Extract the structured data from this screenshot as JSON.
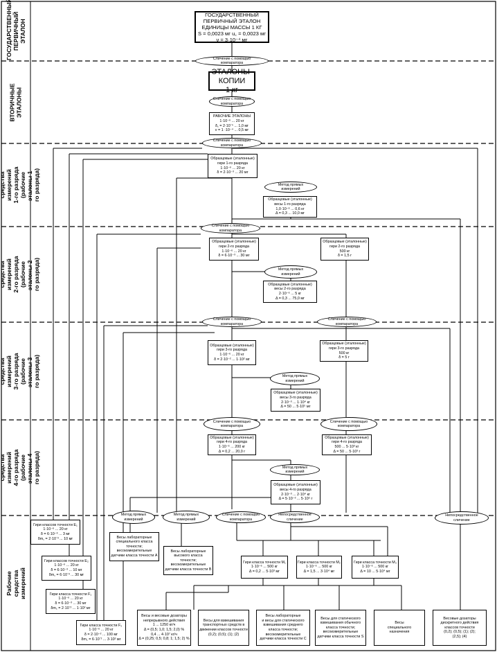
{
  "levels": [
    "ГОСУДАРСТВЕННЫЙ\nПЕРВИЧНЫЙ\nЭТАЛОН",
    "ВТОРИЧНЫЕ\nЭТАЛОНЫ",
    "Образцовые средства измерений\n1-го разряда\n(рабочие эталоны 1-го разряда)",
    "Образцовые средства измерений\n2-го разряда\n(рабочие эталоны 2-го разряда)",
    "Образцовые средства измерений\n3-го разряда\n(рабочие эталоны 3-го разряда)",
    "Образцовые средства измерений\n4-го разряда\n(рабочие эталоны 4-го разряда)",
    "Рабочие средства измерений"
  ],
  "boxes": {
    "primary": "ГОСУДАРСТВЕННЫЙ\nПЕРВИЧНЫЙ ЭТАЛОН\nЕДИНИЦЫ МАССЫ 1 КГ\nS = 0,0023 мг  u꜀ = 0,0023 мг\nν = 3·10⁻⁴ мг",
    "copies": "ЭТАЛОНЫ-\nКОПИИ\n1 кг",
    "work_std": "РАБОЧИЕ ЭТАЛОНЫ\n1·10⁻⁶ ... 20 кг\nδ꜀ = 2·10⁻⁴ ... 1,0 мг\nν = 1 ·10⁻⁴ ... 0,5 мг",
    "weights1": "Образцовые (эталонные)\nгири 1-го разряда\n1·10⁻⁶ ... 20 кг\nδ = 2·10⁻³ ... 20 мг",
    "scales1": "Образцовые (эталонные)\nвесы 1-го разряда\n1,0·10⁻⁶ ... 0,6 кг\nΔ = 0,3 ... 10,0 мг",
    "weights2": "Образцовые (эталонные)\nгири 2-го разряда\n1·10⁻⁶ ... 20 кг\nδ = 6·10⁻³ ... 30 мг",
    "weights2b": "Образцовые (эталонные)\nгири 2-го разряда\n500 кг\nδ = 1,5 г",
    "scales2": "Образцовые (эталонные)\nвесы 2-го разряда\n2·10⁻⁶ ... 5 кг\nΔ = 0,3 ... 75,0 мг",
    "weights3": "Образцовые (эталонные)\nгири 3-го разряда\n1·10⁻⁶ ... 20 кг\nδ = 2·10⁻² ... 1·10² мг",
    "weights3b": "Образцовые (эталонные)\nгири 3-го разряда\n500 кг\nδ = 5 г",
    "scales3": "Образцовые (эталонные)\nвесы 3-го разряда\n2·10⁻³ ... 1·10⁴ кг\nΔ = 50 ... 5·10⁵ мг",
    "weights4": "Образцовые (эталонные)\nгири 4-го разряда\n1·10⁻⁶ ... 200 кг\nΔ = 0,2 ... 20,0 г",
    "weights4b": "Образцовые (эталонные)\nгири 4-го разряда\n500 ... 5·10³ кг\nΔ = 50 ... 5·10³ г",
    "scales4": "Образцовые (эталонные)\nвесы 4-го разряда\n2·10⁻³ ... 2·10⁴ кг\nΔ = 5·10⁻³ ... 5·10⁵ г",
    "e1": "Гири классов точности E₁\n1·10⁻⁶ ... 20 кг\nδ = 6·10⁻³ ... 3 мг\nδm꜀ = 2·10⁻³ ... 10 мг",
    "e2": "Гири классов точности E₂\n1·10⁻⁶ ... 20 кг\nδ = 6·10⁻³ ... 10 мг\nδm꜀ = 6·10⁻³ ... 30 мг",
    "f1": "Гири класса точности F₁\n1·10⁻⁶ ... 20 кг\nδ = 6·10⁻³ ... 30 мг\nδm꜀ = 2·10⁻² ... 1·10² мг",
    "f2": "Гири класса точности F₂\n1·10⁻⁶ ... 20 кг\nδ = 2·10⁻² ... 100 мг\nδm꜀ = 6·10⁻² ... 3·10² мг",
    "scalesA": "Весы лабораторные\nспециального класса\nточности;\nвесоизмерительные\nдатчики класса точности A",
    "scalesB": "Весы лабораторные\nвысокого класса\nточности;\nвесоизмерительные\nдатчики класса точности B",
    "m1": "Гири класса точности M₁\n1·10⁻⁶ ... 500 кг\nΔ = 0,2 ... 5·10³ мг",
    "m2": "Гири класса точности M₂\n1·10⁻⁶ ... 500 кг\nΔ = 1,5 ... 3·10⁴ мг",
    "m3": "Гири класса точности M₃\n1·10⁻⁶ ... 500 кг\nΔ = 10 ... 5·10⁴ мг",
    "dosers": "Весы и весовые дозаторы\nнепрерывного действия\n1 ... 1250 кг/ч\nΔ = (0,5; 1,0; 1,5; 2,0) %\n0,4 ... 4·10⁷ кг/ч\nΔ = (0,25; 0,5; 0,8; 1; 1,5; 2) %",
    "transport": "Весы для взвешивания\nтранспортных средств в\nдвижении классов точности\n(0,2); (0,5); (1); (2)",
    "scalesC": "Весы лабораторные\nи весы для статического\nвзвешивания среднего\nкласса точности;\nвесоизмерительные\nдатчики класса точности C",
    "scalesS": "Весы для статического\nвзвешивания обычного\nкласса точности;\nвесоизмерительные\nдатчики класса точности S",
    "special": "Весы\nспециального\nназначения",
    "discrete": "Весовые дозаторы\nдискретного действия\nклассов точности\n(0,2); (0,5); (1); (2);\n(2,5); (4)"
  },
  "ellipses": {
    "cmp": "Сличение с помощью\nкомпаратора",
    "direct_method": "Метод прямых\nизмерений",
    "direct_compare": "Непосредственное\nсличение"
  }
}
